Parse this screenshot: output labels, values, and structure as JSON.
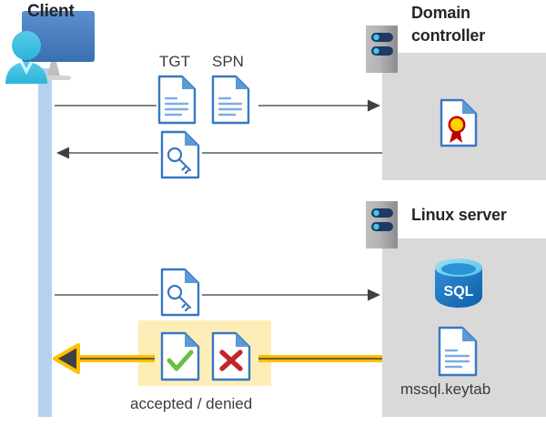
{
  "diagram": {
    "type": "kerberos-authentication-sequence",
    "background": "#ffffff"
  },
  "colors": {
    "panel_gray": "#d9d9d9",
    "lifeline_blue": "#b4d2f0",
    "doc_blue": "#3877c4",
    "doc_fold_blue": "#5b9bd5",
    "arrow_gray": "#595959",
    "arrow_yellow": "#ffc000",
    "highlight_yellow": "#fdeeb8",
    "check_green": "#6cbe45",
    "cross_red": "#c0262c",
    "sql_blue": "#1d6fc0",
    "rack_gray": "#a6a6a6",
    "rack_slot_navy": "#1f3864",
    "seal_red": "#c00000",
    "seal_yellow": "#ffd400",
    "person_cyan": "#41c0e0",
    "monitor_blue": "#3f7cc0",
    "text_dark": "#262626"
  },
  "actors": {
    "client": {
      "label": "Client",
      "icon": "user-computer-icon"
    },
    "domain_controller": {
      "label": "Domain controller",
      "label_lines": [
        "Domain",
        "controller"
      ],
      "rack_icon": "server-rack-icon",
      "contents": [
        {
          "name": "certificate-document-icon",
          "label": ""
        }
      ]
    },
    "linux_server": {
      "label": "Linux server",
      "label_lines": [
        "Linux server"
      ],
      "rack_icon": "server-rack-icon",
      "contents": [
        {
          "name": "sql-database-icon",
          "label": "SQL"
        },
        {
          "name": "keytab-document-icon",
          "label": "mssql.keytab"
        }
      ]
    }
  },
  "messages": [
    {
      "id": "msg-1",
      "direction": "client-to-dc",
      "style": "thin-gray",
      "artifacts": [
        {
          "name": "tgt-document-icon",
          "label": "TGT"
        },
        {
          "name": "spn-document-icon",
          "label": "SPN"
        }
      ]
    },
    {
      "id": "msg-2",
      "direction": "dc-to-client",
      "style": "thin-gray",
      "artifacts": [
        {
          "name": "ticket-key-document-icon",
          "label": ""
        }
      ]
    },
    {
      "id": "msg-3",
      "direction": "client-to-linux",
      "style": "thin-gray",
      "artifacts": [
        {
          "name": "ticket-key-document-icon",
          "label": ""
        }
      ]
    },
    {
      "id": "msg-4",
      "direction": "linux-to-client",
      "style": "thick-yellow",
      "highlighted": true,
      "caption": "accepted / denied",
      "artifacts": [
        {
          "name": "accepted-document-icon",
          "label": ""
        },
        {
          "name": "denied-document-icon",
          "label": ""
        }
      ]
    }
  ],
  "labels": {
    "tgt": "TGT",
    "spn": "SPN",
    "client": "Client",
    "domain_controller_line1": "Domain",
    "domain_controller_line2": "controller",
    "linux_server": "Linux server",
    "keytab_file": "mssql.keytab",
    "sql_badge": "SQL",
    "verdict": "accepted / denied"
  }
}
